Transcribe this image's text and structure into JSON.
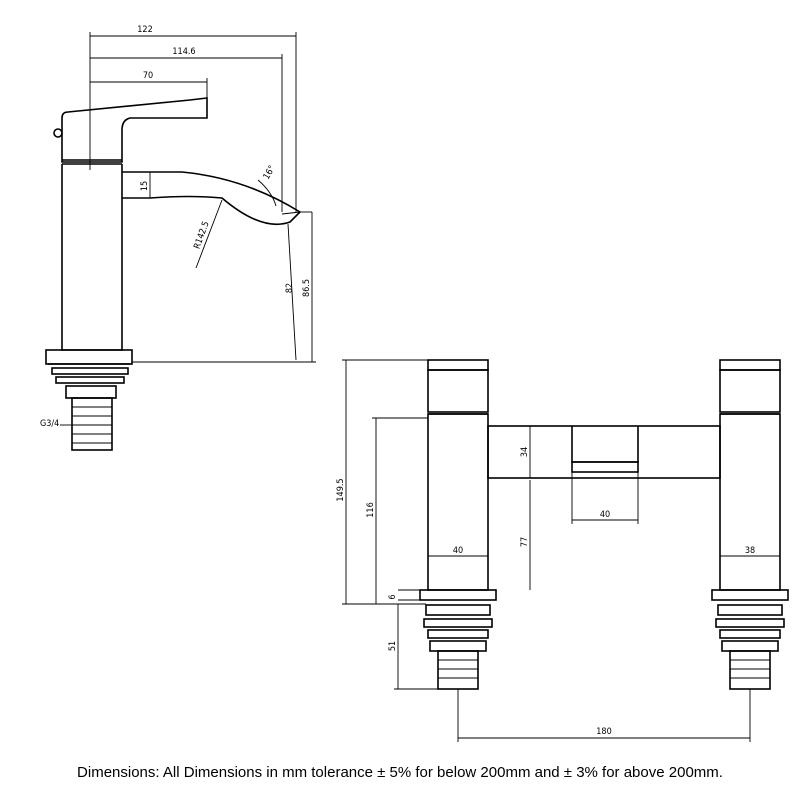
{
  "views": {
    "side": {
      "overall_width": "122",
      "spout_reach": "114.6",
      "lever_length": "70",
      "spout_angle": "16°",
      "spout_depth": "15",
      "spout_radius": "R142.5",
      "outlet_height": "82",
      "body_height": "86.5",
      "thread": "G3/4"
    },
    "front": {
      "total_height": "149.5",
      "bridge_height": "116",
      "bridge_depth": "34",
      "hub_width": "40",
      "pillar_width_left": "40",
      "pillar_width_right": "38",
      "lower_height": "77",
      "base_thickness": "6",
      "shank_length": "51",
      "centres": "180"
    }
  },
  "caption": "Dimensions: All Dimensions in mm tolerance ± 5% for below 200mm and ± 3% for above 200mm."
}
